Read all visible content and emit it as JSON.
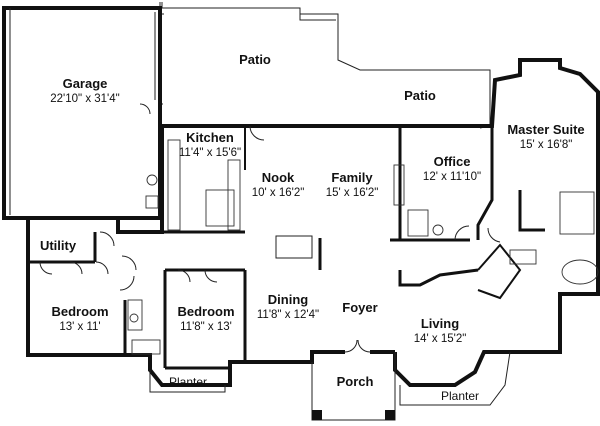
{
  "rooms": {
    "garage": {
      "name": "Garage",
      "dims": "22'10\" x 31'4\""
    },
    "kitchen": {
      "name": "Kitchen",
      "dims": "11'4\" x 15'6\""
    },
    "nook": {
      "name": "Nook",
      "dims": "10' x 16'2\""
    },
    "family": {
      "name": "Family",
      "dims": "15' x 16'2\""
    },
    "office": {
      "name": "Office",
      "dims": "12' x 11'10\""
    },
    "master": {
      "name": "Master Suite",
      "dims": "15' x 16'8\""
    },
    "bedroom1": {
      "name": "Bedroom",
      "dims": "13' x 11'"
    },
    "bedroom2": {
      "name": "Bedroom",
      "dims": "11'8\" x 13'"
    },
    "dining": {
      "name": "Dining",
      "dims": "11'8\" x 12'4\""
    },
    "living": {
      "name": "Living",
      "dims": "14' x 15'2\""
    }
  },
  "labels": {
    "patio_upper": "Patio",
    "patio_lower": "Patio",
    "utility": "Utility",
    "foyer": "Foyer",
    "porch": "Porch",
    "planter_left": "Planter",
    "planter_right": "Planter"
  }
}
